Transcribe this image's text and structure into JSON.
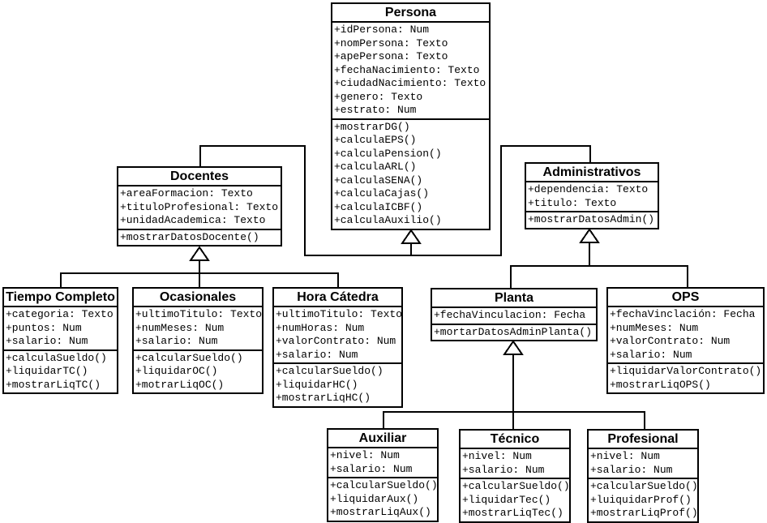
{
  "diagram_type": "uml-class-diagram",
  "classes": {
    "persona": {
      "name": "Persona",
      "attributes": [
        "+idPersona: Num",
        "+nomPersona: Texto",
        "+apePersona: Texto",
        "+fechaNacimiento: Texto",
        "+ciudadNacimiento: Texto",
        "+genero: Texto",
        "+estrato: Num"
      ],
      "methods": [
        "+mostrarDG()",
        "+calculaEPS()",
        "+calculaPension()",
        "+calculaARL()",
        "+calculaSENA()",
        "+calculaCajas()",
        "+calculaICBF()",
        "+calculaAuxilio()"
      ]
    },
    "docentes": {
      "name": "Docentes",
      "attributes": [
        "+areaFormacion: Texto",
        "+tituloProfesional: Texto",
        "+unidadAcademica: Texto"
      ],
      "methods": [
        "+mostrarDatosDocente()"
      ]
    },
    "administrativos": {
      "name": "Administrativos",
      "attributes": [
        "+dependencia: Texto",
        "+titulo: Texto"
      ],
      "methods": [
        "+mostrarDatosAdmin()"
      ]
    },
    "tiempo_completo": {
      "name": "Tiempo Completo",
      "attributes": [
        "+categoria: Texto",
        "+puntos: Num",
        "+salario: Num"
      ],
      "methods": [
        "+calculaSueldo()",
        "+liquidarTC()",
        "+mostrarLiqTC()"
      ]
    },
    "ocasionales": {
      "name": "Ocasionales",
      "attributes": [
        "+ultimoTitulo: Texto",
        "+numMeses: Num",
        "+salario: Num"
      ],
      "methods": [
        "+calcularSueldo()",
        "+liquidarOC()",
        "+motrarLiqOC()"
      ]
    },
    "hora_catedra": {
      "name": "Hora Cátedra",
      "attributes": [
        "+ultimoTitulo: Texto",
        "+numHoras: Num",
        "+valorContrato: Num",
        "+salario: Num"
      ],
      "methods": [
        "+calcularSueldo()",
        "+liquidarHC()",
        "+mostrarLiqHC()"
      ]
    },
    "planta": {
      "name": "Planta",
      "attributes": [
        "+fechaVinculacion: Fecha"
      ],
      "methods": [
        "+mortarDatosAdminPlanta()"
      ]
    },
    "ops": {
      "name": "OPS",
      "attributes": [
        "+fechaVinclación: Fecha",
        "+numMeses: Num",
        "+valorContrato: Num",
        "+salario: Num"
      ],
      "methods": [
        "+liquidarValorContrato()",
        "+mostrarLiqOPS()"
      ]
    },
    "auxiliar": {
      "name": "Auxiliar",
      "attributes": [
        "+nivel: Num",
        "+salario: Num"
      ],
      "methods": [
        "+calcularSueldo()",
        "+liquidarAux()",
        "+mostrarLiqAux()"
      ]
    },
    "tecnico": {
      "name": "Técnico",
      "attributes": [
        "+nivel: Num",
        "+salario: Num"
      ],
      "methods": [
        "+calcularSueldo()",
        "+liquidarTec()",
        "+mostrarLiqTec()"
      ]
    },
    "profesional": {
      "name": "Profesional",
      "attributes": [
        "+nivel: Num",
        "+salario: Num"
      ],
      "methods": [
        "+calcularSueldo()",
        "+luiquidarProf()",
        "+mostrarLiqProf()"
      ]
    }
  },
  "relationships": [
    {
      "type": "generalization",
      "parent": "Persona",
      "children": [
        "Docentes",
        "Administrativos"
      ]
    },
    {
      "type": "generalization",
      "parent": "Docentes",
      "children": [
        "Tiempo Completo",
        "Ocasionales",
        "Hora Cátedra"
      ]
    },
    {
      "type": "generalization",
      "parent": "Administrativos",
      "children": [
        "Planta",
        "OPS"
      ]
    },
    {
      "type": "generalization",
      "parent": "Planta",
      "children": [
        "Auxiliar",
        "Técnico",
        "Profesional"
      ]
    }
  ],
  "colors": {
    "background": "#ffffff",
    "line": "#000000",
    "text": "#000000",
    "box_fill": "#ffffff"
  }
}
